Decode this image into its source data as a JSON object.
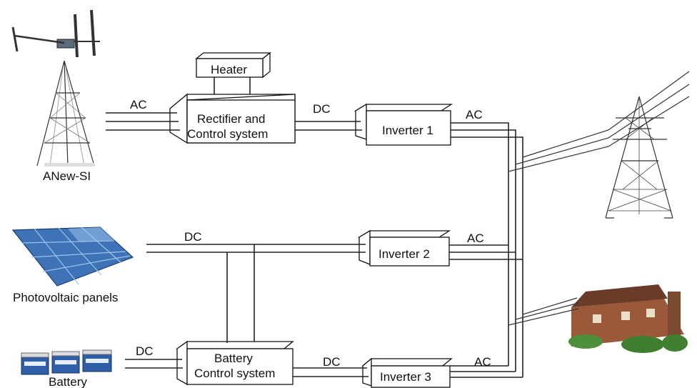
{
  "labels": {
    "heater": "Heater",
    "rectifier_line1": "Rectifier and",
    "rectifier_line2": "Control system",
    "inverter1": "Inverter 1",
    "inverter2": "Inverter 2",
    "inverter3": "Inverter 3",
    "battery_ctrl_line1": "Battery",
    "battery_ctrl_line2": "Control system",
    "wind_turbine": "ANew-SI",
    "pv_panels": "Photovoltaic panels",
    "battery": "Battery",
    "ac": "AC",
    "dc": "DC"
  },
  "colors": {
    "line": "#222222",
    "panel_blue": "#3f73b8",
    "panel_light": "#9cc3ea",
    "battery_blue": "#2f5fa8",
    "house_brick": "#9a5a3a",
    "house_roof": "#6b3b2a",
    "foliage": "#3f7f2f"
  }
}
